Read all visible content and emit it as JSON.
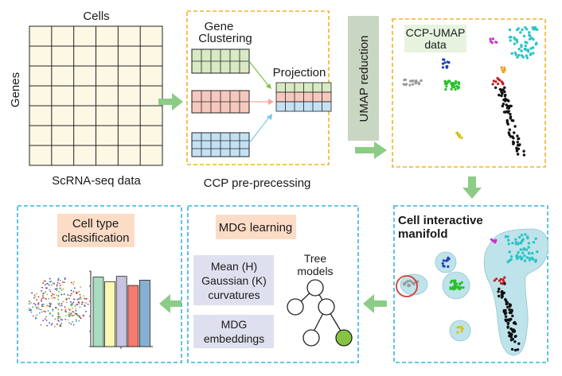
{
  "scrna": {
    "cells_label": "Cells",
    "genes_label": "Genes",
    "caption": "ScRNA-seq data"
  },
  "ccp": {
    "gene_clustering_line1": "Gene",
    "gene_clustering_line2": "Clustering",
    "projection_label": "Projection",
    "caption": "CCP pre-precessing",
    "colors": {
      "green": "#d8e9c4",
      "pink": "#f6c8bd",
      "blue": "#c4e1f4",
      "green_arrow": "#7dc242",
      "pink_arrow": "#f4a89a",
      "blue_arrow": "#7fc8ea"
    }
  },
  "umap_reduction": {
    "label": "UMAP reduction"
  },
  "ccp_umap": {
    "title_line1": "CCP-UMAP",
    "title_line2": "data"
  },
  "manifold": {
    "title_line1": "Cell interactive",
    "title_line2": "manifold"
  },
  "mdg": {
    "title": "MDG learning",
    "curvature_line1": "Mean (H)",
    "curvature_line2": "Gaussian (K)",
    "curvature_line3": "curvatures",
    "embed_line1": "MDG",
    "embed_line2": "embeddings",
    "tree_line1": "Tree",
    "tree_line2": "models"
  },
  "classification": {
    "title_line1": "Cell type",
    "title_line2": "classification",
    "bar_values": [
      0.92,
      0.86,
      0.93,
      0.81,
      0.88
    ],
    "bar_colors": [
      "#a8dbbf",
      "#fbf6b4",
      "#c9c2e0",
      "#f47b70",
      "#86b0d2"
    ]
  },
  "colors": {
    "dashed_yellow": "#f3b12e",
    "dashed_cyan": "#39b4dd",
    "arrow": "#8ccc86",
    "umap_box": "#c9d7c2",
    "label_green": "#e7f3df",
    "label_peach": "#fcdcc6",
    "label_lavender": "#dfe0ef"
  }
}
